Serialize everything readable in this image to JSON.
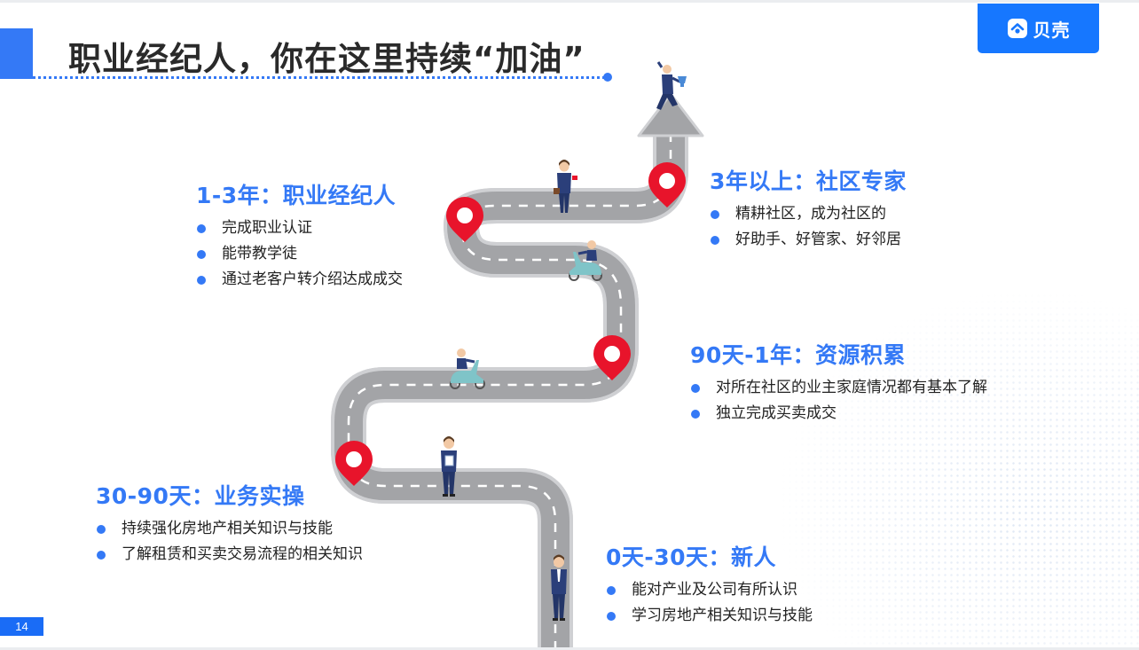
{
  "slide": {
    "title": "职业经纪人，你在这里持续“加油”",
    "page_number": "14",
    "logo": {
      "text": "贝壳",
      "icon": "beike-logo-icon"
    }
  },
  "colors": {
    "accent": "#3479f6",
    "logo_bg": "#1677ff",
    "road": "#a3a4a7",
    "road_edge": "#cfd0d3",
    "pin": "#e8142b",
    "text": "#222222"
  },
  "stages": [
    {
      "title": "1-3年：职业经纪人",
      "items": [
        "完成职业认证",
        "能带教学徒",
        "通过老客户转介绍达成成交"
      ]
    },
    {
      "title": "3年以上：社区专家",
      "items": [
        "精耕社区，成为社区的",
        "好助手、好管家、好邻居"
      ]
    },
    {
      "title": "90天-1年：资源积累",
      "items": [
        "对所在社区的业主家庭情况都有基本了解",
        "独立完成买卖成交"
      ]
    },
    {
      "title": "30-90天：业务实操",
      "items": [
        "持续强化房地产相关知识与技能",
        "了解租赁和买卖交易流程的相关知识"
      ]
    },
    {
      "title": "0天-30天：新人",
      "items": [
        "能对产业及公司有所认识",
        "学习房地产相关知识与技能"
      ]
    }
  ],
  "illustration": {
    "elements": [
      "road-arrow",
      "map-pin-icon",
      "walking-agent-figure",
      "scooter-agent-figure",
      "trophy-figure"
    ]
  }
}
